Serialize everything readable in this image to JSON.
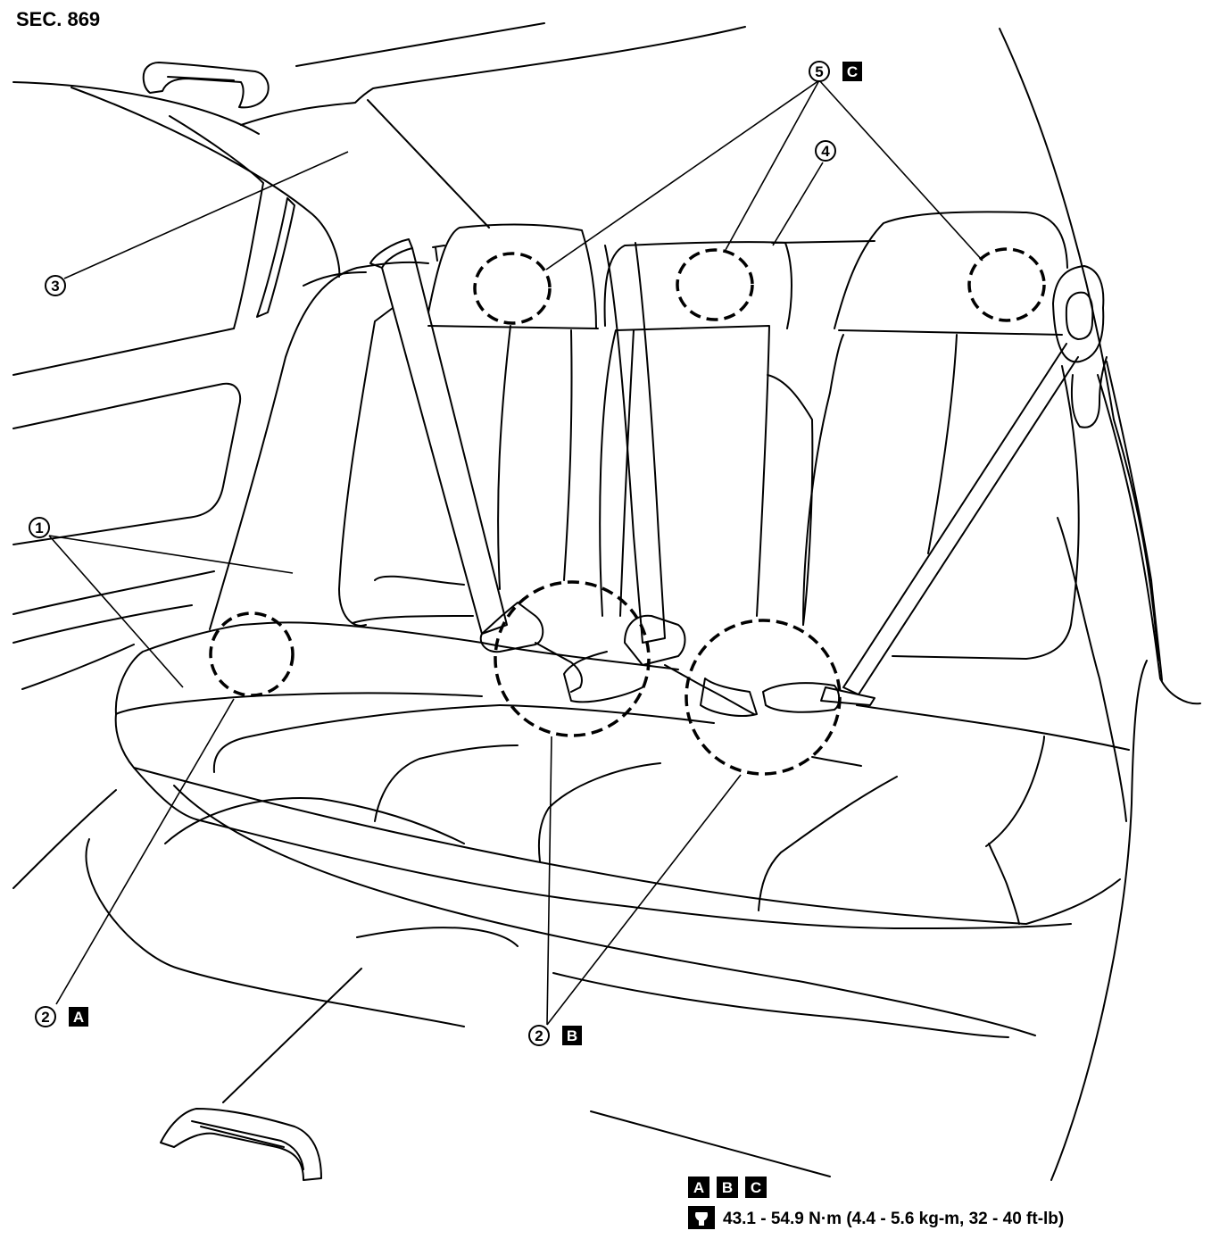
{
  "section_label": "SEC. 869",
  "callouts": {
    "c1": "1",
    "c2a": "2",
    "c2b": "2",
    "c3": "3",
    "c4": "4",
    "c5": "5"
  },
  "boxes": {
    "a": "A",
    "b": "B",
    "c": "C"
  },
  "legend": {
    "boxes": [
      "A",
      "B",
      "C"
    ],
    "torque_icon": "torque-wrench-icon",
    "torque_spec": "43.1 - 54.9 N·m (4.4 - 5.6 kg-m, 32 - 40 ft-lb)"
  }
}
